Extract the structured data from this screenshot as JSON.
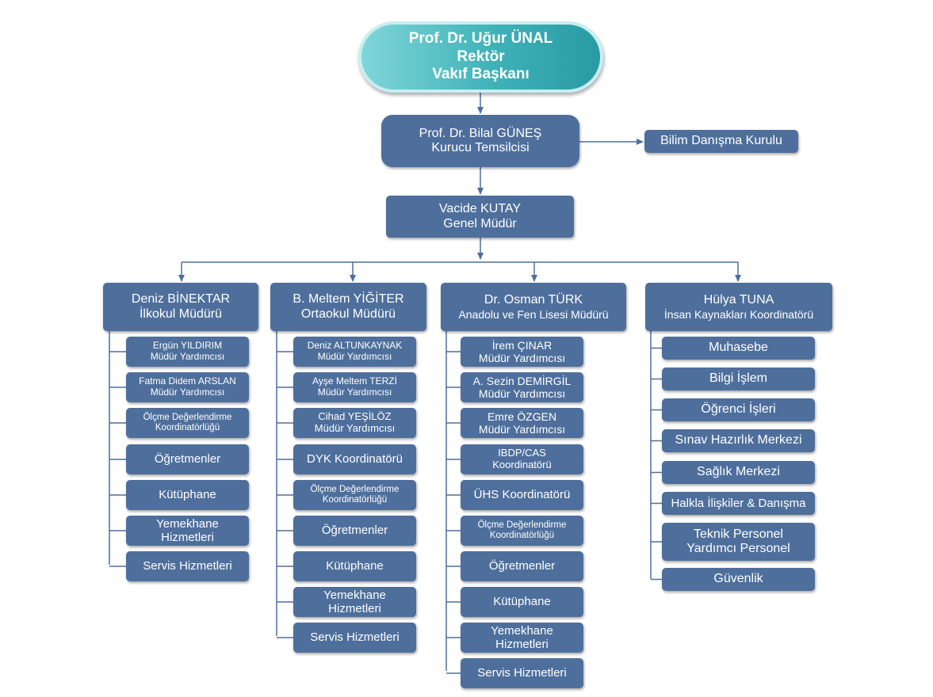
{
  "top": {
    "line1": "Prof. Dr. Uğur ÜNAL",
    "line2": "Rektör",
    "line3": "Vakıf Başkanı"
  },
  "founder": {
    "line1": "Prof. Dr. Bilal GÜNEŞ",
    "line2": "Kurucu Temsilcisi"
  },
  "advisory": {
    "label": "Bilim Danışma Kurulu"
  },
  "gm": {
    "line1": "Vacide KUTAY",
    "line2": "Genel Müdür"
  },
  "col1": {
    "head1": "Deniz BİNEKTAR",
    "head2": "İlkokul Müdürü",
    "items": [
      {
        "l1": "Ergün YILDIRIM",
        "l2": "Müdür Yardımcısı"
      },
      {
        "l1": "Fatma Didem ARSLAN",
        "l2": "Müdür Yardımcısı"
      },
      {
        "l1": "Ölçme Değerlendirme",
        "l2": "Koordinatörlüğü"
      },
      {
        "l1": "Öğretmenler"
      },
      {
        "l1": "Kütüphane"
      },
      {
        "l1": "Yemekhane",
        "l2": "Hizmetleri"
      },
      {
        "l1": "Servis Hizmetleri"
      }
    ]
  },
  "col2": {
    "head1": "B. Meltem YİĞİTER",
    "head2": "Ortaokul Müdürü",
    "items": [
      {
        "l1": "Deniz ALTUNKAYNAK",
        "l2": "Müdür Yardımcısı"
      },
      {
        "l1": "Ayşe Meltem TERZİ",
        "l2": "Müdür Yardımcısı"
      },
      {
        "l1": "Cihad YEŞİLÖZ",
        "l2": "Müdür Yardımcısı"
      },
      {
        "l1": "DYK Koordinatörü"
      },
      {
        "l1": "Ölçme Değerlendirme",
        "l2": "Koordinatörlüğü"
      },
      {
        "l1": "Öğretmenler"
      },
      {
        "l1": "Kütüphane"
      },
      {
        "l1": "Yemekhane",
        "l2": "Hizmetleri"
      },
      {
        "l1": "Servis Hizmetleri"
      }
    ]
  },
  "col3": {
    "head1": "Dr. Osman TÜRK",
    "head2": "Anadolu ve Fen Lisesi Müdürü",
    "items": [
      {
        "l1": "İrem ÇINAR",
        "l2": "Müdür Yardımcısı"
      },
      {
        "l1": "A. Sezin DEMİRGİL",
        "l2": "Müdür Yardımcısı"
      },
      {
        "l1": "Emre ÖZGEN",
        "l2": "Müdür Yardımcısı"
      },
      {
        "l1": "IBDP/CAS",
        "l2": "Koordinatörü"
      },
      {
        "l1": "ÜHS Koordinatörü"
      },
      {
        "l1": "Ölçme Değerlendirme",
        "l2": "Koordinatörlüğü"
      },
      {
        "l1": "Öğretmenler"
      },
      {
        "l1": "Kütüphane"
      },
      {
        "l1": "Yemekhane",
        "l2": "Hizmetleri"
      },
      {
        "l1": "Servis Hizmetleri"
      }
    ]
  },
  "col4": {
    "head1": "Hülya TUNA",
    "head2": "İnsan Kaynakları Koordinatörü",
    "items": [
      {
        "l1": "Muhasebe"
      },
      {
        "l1": "Bilgi İşlem"
      },
      {
        "l1": "Öğrenci İşleri"
      },
      {
        "l1": "Sınav Hazırlık Merkezi"
      },
      {
        "l1": "Sağlık Merkezi"
      },
      {
        "l1": "Halkla İlişkiler & Danışma"
      },
      {
        "l1": "Teknik Personel",
        "l2": "Yardımcı Personel"
      },
      {
        "l1": "Güvenlik"
      }
    ]
  },
  "colors": {
    "box": "#4e6f9c",
    "top_gradient_start": "#7fd6d8",
    "top_gradient_end": "#2a9aa3",
    "line": "#4e6f9c"
  }
}
